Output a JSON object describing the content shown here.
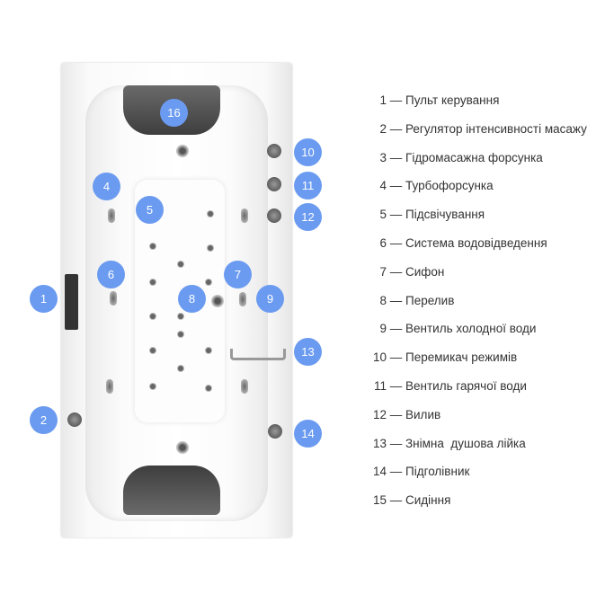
{
  "colors": {
    "marker": "#6b9bf0"
  },
  "markers": [
    "1",
    "2",
    "4",
    "5",
    "6",
    "7",
    "8",
    "9",
    "10",
    "11",
    "12",
    "13",
    "14",
    "16"
  ],
  "legend": [
    {
      "num": "1",
      "label": "Пульт керування"
    },
    {
      "num": "2",
      "label": "Регулятор інтенсивності масажу"
    },
    {
      "num": "3",
      "label": "Гідромасажна форсунка"
    },
    {
      "num": "4",
      "label": "Турбофорсунка"
    },
    {
      "num": "5",
      "label": "Підсвічування"
    },
    {
      "num": "6",
      "label": "Система водовідведення"
    },
    {
      "num": "7",
      "label": "Сифон"
    },
    {
      "num": "8",
      "label": "Перелив"
    },
    {
      "num": "9",
      "label": "Вентиль холодної води"
    },
    {
      "num": "10",
      "label": "Перемикач режимів"
    },
    {
      "num": "11",
      "label": "Вентиль гарячої води"
    },
    {
      "num": "12",
      "label": "Вилив"
    },
    {
      "num": "13",
      "label": "Знімна  душова лійка"
    },
    {
      "num": "14",
      "label": "Підголівник"
    },
    {
      "num": "15",
      "label": "Сидіння"
    }
  ],
  "dash": "—"
}
